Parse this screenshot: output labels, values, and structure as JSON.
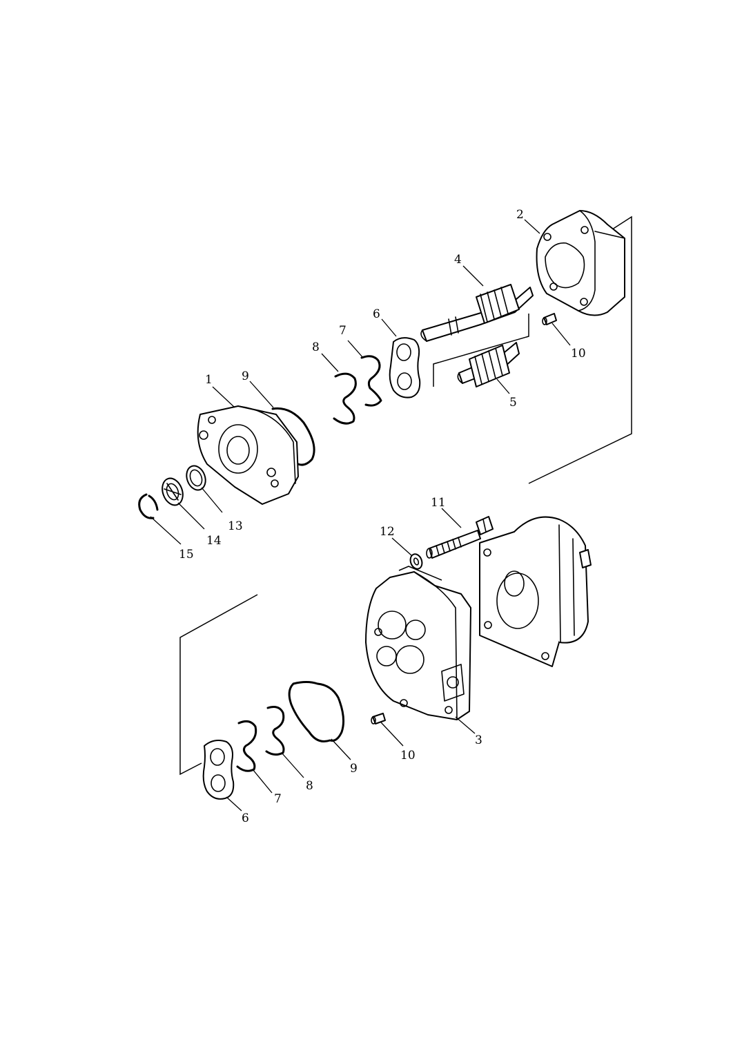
{
  "diagram": {
    "callouts": [
      {
        "id": "c1",
        "text": "1"
      },
      {
        "id": "c2",
        "text": "2"
      },
      {
        "id": "c3",
        "text": "3"
      },
      {
        "id": "c4",
        "text": "4"
      },
      {
        "id": "c5",
        "text": "5"
      },
      {
        "id": "c6a",
        "text": "6"
      },
      {
        "id": "c6b",
        "text": "6"
      },
      {
        "id": "c7a",
        "text": "7"
      },
      {
        "id": "c7b",
        "text": "7"
      },
      {
        "id": "c8a",
        "text": "8"
      },
      {
        "id": "c8b",
        "text": "8"
      },
      {
        "id": "c9a",
        "text": "9"
      },
      {
        "id": "c9b",
        "text": "9"
      },
      {
        "id": "c10a",
        "text": "10"
      },
      {
        "id": "c10b",
        "text": "10"
      },
      {
        "id": "c11",
        "text": "11"
      },
      {
        "id": "c12",
        "text": "12"
      },
      {
        "id": "c13",
        "text": "13"
      },
      {
        "id": "c14",
        "text": "14"
      },
      {
        "id": "c15",
        "text": "15"
      }
    ]
  }
}
